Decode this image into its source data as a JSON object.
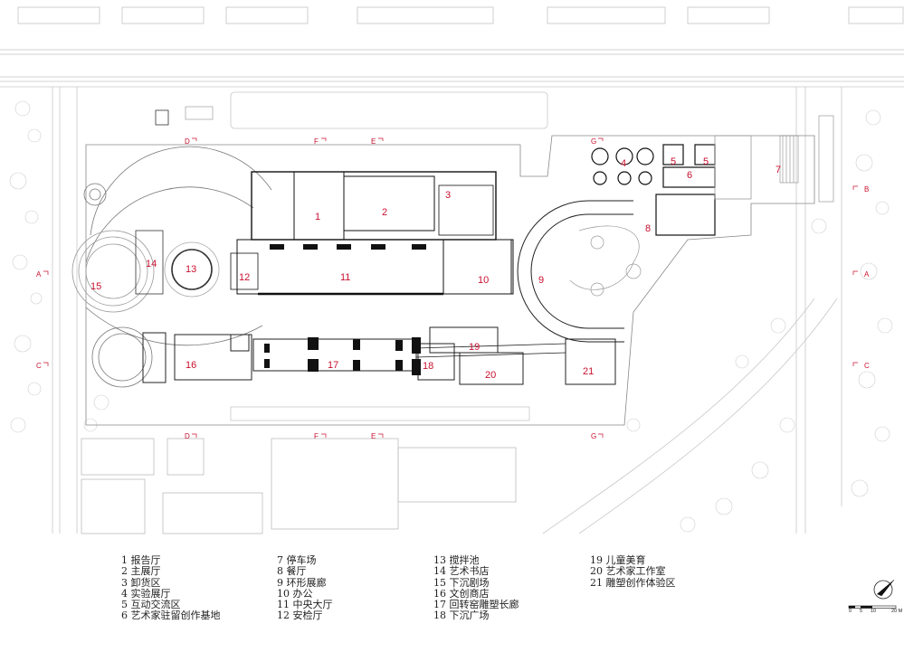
{
  "plan": {
    "zones": [
      {
        "num": "1"
      },
      {
        "num": "2"
      },
      {
        "num": "3"
      },
      {
        "num": "4"
      },
      {
        "num": "5"
      },
      {
        "num": "5"
      },
      {
        "num": "6"
      },
      {
        "num": "7"
      },
      {
        "num": "8"
      },
      {
        "num": "9"
      },
      {
        "num": "10"
      },
      {
        "num": "11"
      },
      {
        "num": "12"
      },
      {
        "num": "13"
      },
      {
        "num": "14"
      },
      {
        "num": "15"
      },
      {
        "num": "16"
      },
      {
        "num": "17"
      },
      {
        "num": "18"
      },
      {
        "num": "19"
      },
      {
        "num": "20"
      },
      {
        "num": "21"
      }
    ],
    "section_markers": [
      {
        "label": "A"
      },
      {
        "label": "A"
      },
      {
        "label": "B"
      },
      {
        "label": "C"
      },
      {
        "label": "C"
      },
      {
        "label": "D"
      },
      {
        "label": "D"
      },
      {
        "label": "E"
      },
      {
        "label": "E"
      },
      {
        "label": "F"
      },
      {
        "label": "F"
      },
      {
        "label": "G"
      },
      {
        "label": "G"
      }
    ]
  },
  "legend": {
    "col1": [
      "1 报告厅",
      "2 主展厅",
      "3 卸货区",
      "4 实验展厅",
      "5 互动交流区",
      "6 艺术家驻留创作基地"
    ],
    "col2": [
      "7 停车场",
      "8 餐厅",
      "9 环形展廊",
      "10 办公",
      "11 中央大厅",
      "12 安检厅"
    ],
    "col3": [
      "13 搅拌池",
      "14 艺术书店",
      "15 下沉剧场",
      "16 文创商店",
      "17 回转窑雕塑长廊",
      "18 下沉广场"
    ],
    "col4": [
      "19 儿童美育",
      "20 艺术家工作室",
      "21 雕塑创作体验区"
    ]
  },
  "scale_bar": {
    "ticks": [
      "0",
      "5",
      "10",
      "20 M"
    ]
  },
  "colors": {
    "accent": "#c8102e",
    "line": "#333333",
    "faint": "#bbbbbb",
    "fill": "#111111"
  }
}
